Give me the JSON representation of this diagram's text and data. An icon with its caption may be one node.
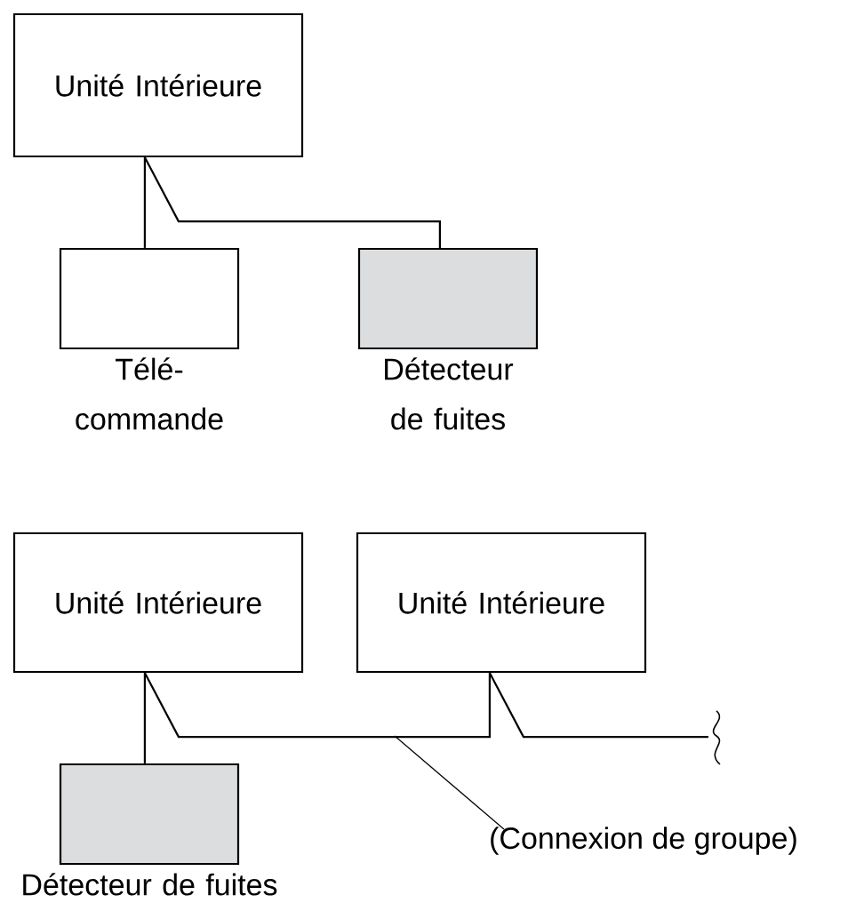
{
  "diagram": {
    "nodes": [
      {
        "text": [
          "Unité Intérieure"
        ]
      },
      {
        "text": [
          "Télé- commande"
        ]
      },
      {
        "text": [
          "Détecteur de fuites"
        ]
      },
      {
        "text": [
          "Unité Intérieure"
        ]
      },
      {
        "text": [
          "Unité Intérieure"
        ]
      },
      {
        "text": [
          "Détecteur de fuites"
        ]
      },
      {
        "text": [
          "(Connexion de groupe)"
        ]
      }
    ],
    "edges": [
      {
        "from": 0,
        "to": 1,
        "arrow": "none"
      },
      {
        "from": 0,
        "to": 2,
        "arrow": "none"
      },
      {
        "from": 3,
        "to": 5,
        "arrow": "none"
      },
      {
        "from": 3,
        "to": 4,
        "arrow": "none"
      },
      {
        "from": 4,
        "to": null,
        "arrow": "none"
      },
      {
        "from": 6,
        "to": null,
        "arrow": "none"
      }
    ]
  }
}
